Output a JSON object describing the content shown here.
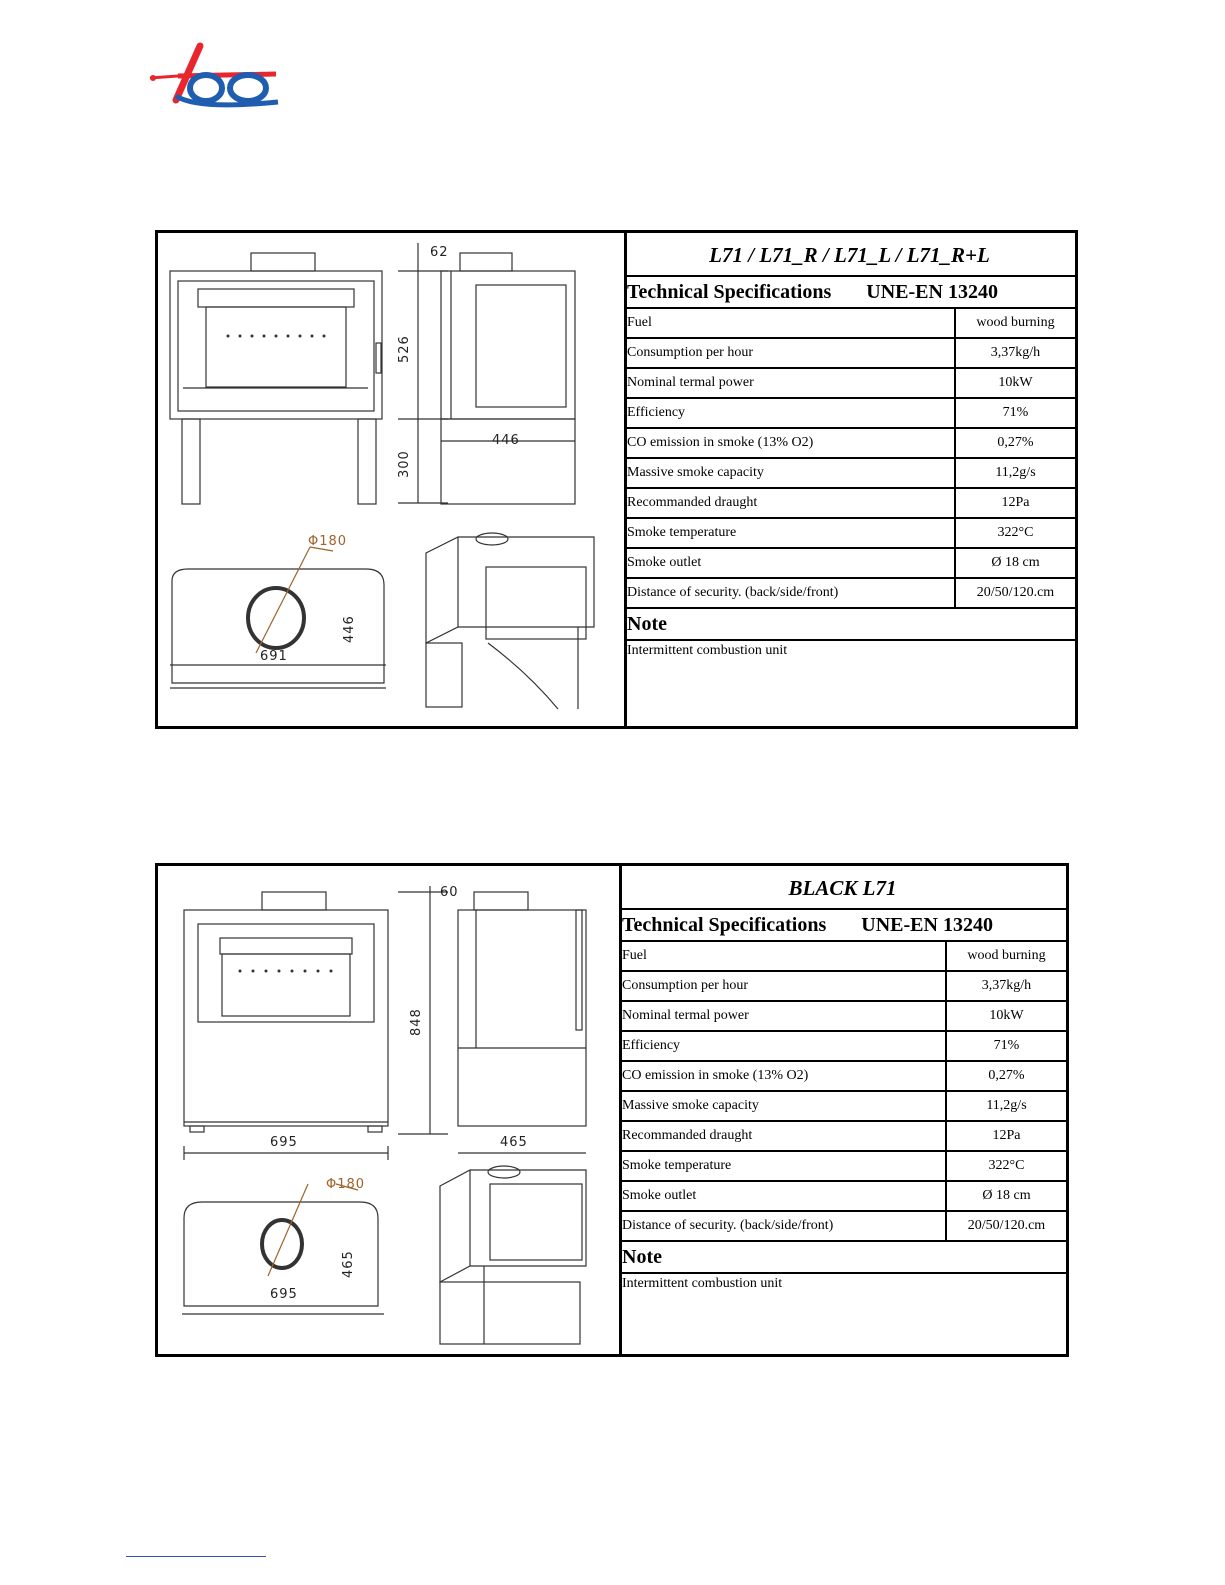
{
  "brand": {
    "name": "leo",
    "red": "#e8262d",
    "blue": "#1f5db0"
  },
  "sheets": [
    {
      "model": "L71 / L71_R / L71_L / L71_R+L",
      "spec_title": "Technical Specifications",
      "standard": "UNE-EN 13240",
      "rows": [
        {
          "label": "Fuel",
          "value": "wood burning"
        },
        {
          "label": "Consumption per hour",
          "value": "3,37kg/h"
        },
        {
          "label": "Nominal termal power",
          "value": "10kW"
        },
        {
          "label": "Efficiency",
          "value": "71%"
        },
        {
          "label": "CO emission in smoke (13% O2)",
          "value": "0,27%"
        },
        {
          "label": "Massive smoke capacity",
          "value": "11,2g/s"
        },
        {
          "label": "Recommanded draught",
          "value": "12Pa"
        },
        {
          "label": "Smoke temperature",
          "value": "322°C"
        },
        {
          "label": "Smoke outlet",
          "value": "Ø 18 cm"
        },
        {
          "label": "Distance of security. (back/side/front)",
          "value": "20/50/120.cm"
        }
      ],
      "note_title": "Note",
      "note": "Intermittent combustion unit",
      "dims": {
        "top": "62",
        "height_body": "526",
        "height_legs": "300",
        "depth": "446",
        "diameter": "Φ180",
        "width": "691",
        "depth_top": "446"
      }
    },
    {
      "model": "BLACK L71",
      "spec_title": "Technical Specifications",
      "standard": "UNE-EN 13240",
      "rows": [
        {
          "label": "Fuel",
          "value": "wood burning"
        },
        {
          "label": "Consumption per hour",
          "value": "3,37kg/h"
        },
        {
          "label": "Nominal termal power",
          "value": "10kW"
        },
        {
          "label": "Efficiency",
          "value": "71%"
        },
        {
          "label": "CO emission in smoke (13% O2)",
          "value": "0,27%"
        },
        {
          "label": "Massive smoke capacity",
          "value": "11,2g/s"
        },
        {
          "label": "Recommanded draught",
          "value": "12Pa"
        },
        {
          "label": "Smoke temperature",
          "value": "322°C"
        },
        {
          "label": "Smoke outlet",
          "value": "Ø 18 cm"
        },
        {
          "label": "Distance of security. (back/side/front)",
          "value": "20/50/120.cm"
        }
      ],
      "note_title": "Note",
      "note": "Intermittent combustion unit",
      "dims": {
        "top": "60",
        "height": "848",
        "width": "695",
        "depth": "465",
        "diameter": "Φ180",
        "width_top": "695",
        "depth_top": "465"
      }
    }
  ]
}
